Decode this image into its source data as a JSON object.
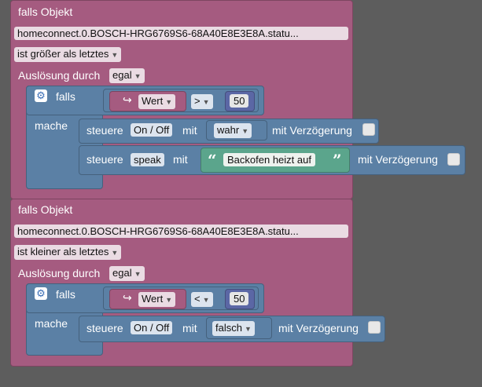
{
  "blocks": [
    {
      "header": "falls Objekt",
      "object_id": "homeconnect.0.BOSCH-HRG6769S6-68A40E8E3E8A.statu...",
      "condition": "ist größer als letztes",
      "trigger_label": "Auslösung durch",
      "trigger_value": "egal",
      "if_label": "falls",
      "then_label": "mache",
      "compare_var": "Wert",
      "compare_op": ">",
      "compare_value": "50",
      "actions": [
        {
          "label": "steuere",
          "target": "On / Off",
          "with": "mit",
          "value": "wahr",
          "delay": "mit Verzögerung"
        },
        {
          "label": "steuere",
          "target": "speak",
          "with": "mit",
          "value": "Backofen heizt auf",
          "delay": "mit Verzögerung"
        }
      ]
    },
    {
      "header": "falls Objekt",
      "object_id": "homeconnect.0.BOSCH-HRG6769S6-68A40E8E3E8A.statu...",
      "condition": "ist kleiner als letztes",
      "trigger_label": "Auslösung durch",
      "trigger_value": "egal",
      "if_label": "falls",
      "then_label": "mache",
      "compare_var": "Wert",
      "compare_op": "<",
      "compare_value": "50",
      "actions": [
        {
          "label": "steuere",
          "target": "On / Off",
          "with": "mit",
          "value": "falsch",
          "delay": "mit Verzögerung"
        }
      ]
    }
  ],
  "icons": {
    "gear": "gear-icon",
    "return_arrow": "return-arrow-icon",
    "quote_open": "“",
    "quote_close": "”",
    "dropdown": "▾"
  },
  "colors": {
    "workspace": "#5d5d5d",
    "event_block": "#a55b80",
    "logic_block": "#5b80a5",
    "number_block": "#5b67a5",
    "text_block": "#5ba58c"
  }
}
